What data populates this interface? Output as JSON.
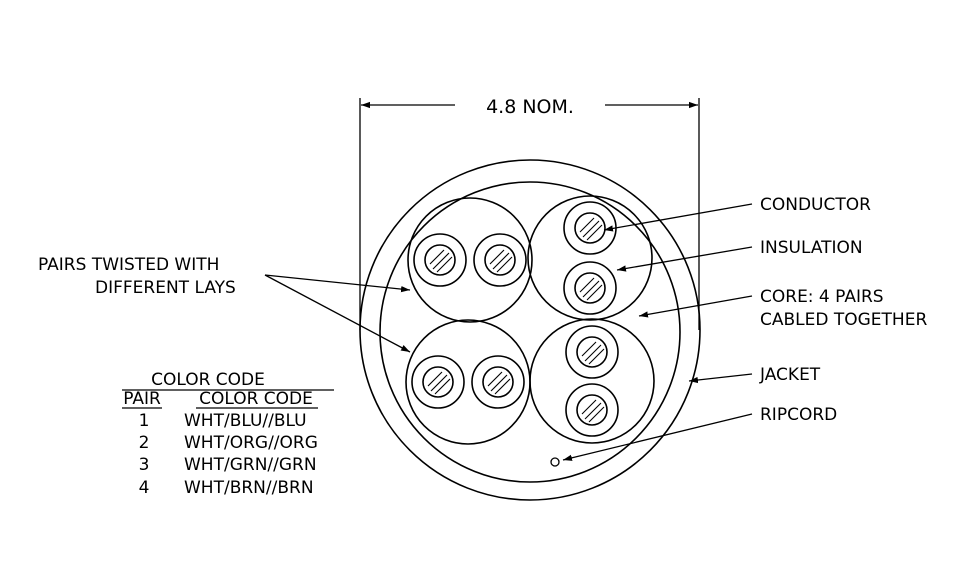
{
  "dimension": {
    "label": "4.8 NOM."
  },
  "callouts": {
    "pairs_twisted": [
      "PAIRS TWISTED WITH",
      "DIFFERENT LAYS"
    ],
    "conductor": "CONDUCTOR",
    "insulation": "INSULATION",
    "core": [
      "CORE: 4 PAIRS",
      "CABLED TOGETHER"
    ],
    "jacket": "JACKET",
    "ripcord": "RIPCORD"
  },
  "color_code_table": {
    "title": "COLOR CODE",
    "headers": [
      "PAIR",
      "COLOR CODE"
    ],
    "rows": [
      [
        "1",
        "WHT/BLU//BLU"
      ],
      [
        "2",
        "WHT/ORG//ORG"
      ],
      [
        "3",
        "WHT/GRN//GRN"
      ],
      [
        "4",
        "WHT/BRN//BRN"
      ]
    ]
  },
  "colors": {
    "line": "#000000",
    "background": "#ffffff"
  }
}
